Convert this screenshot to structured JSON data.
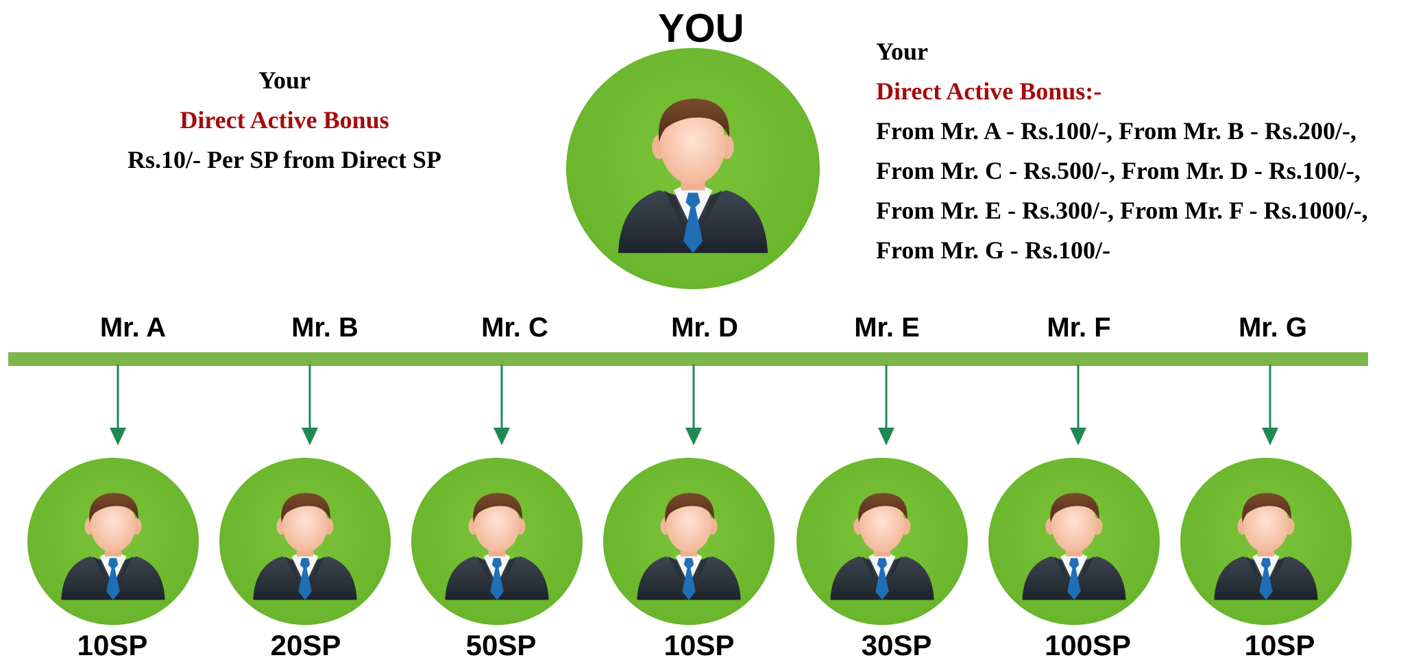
{
  "top": {
    "title": "YOU",
    "left_panel": {
      "line1": "Your",
      "line2": "Direct Active Bonus",
      "line3": "Rs.10/- Per SP from Direct SP"
    },
    "right_panel": {
      "line1": "Your",
      "line2": "Direct Active Bonus:-",
      "lines": [
        "From Mr. A  - Rs.100/-, From Mr. B  - Rs.200/-,",
        "From Mr. C  - Rs.500/-, From Mr. D  - Rs.100/-,",
        "From Mr. E  - Rs.300/-, From Mr. F  - Rs.1000/-,",
        "From Mr. G  - Rs.100/-"
      ]
    }
  },
  "members": [
    {
      "name": "Mr. A",
      "sp": "10SP"
    },
    {
      "name": "Mr. B",
      "sp": "20SP"
    },
    {
      "name": "Mr. C",
      "sp": "50SP"
    },
    {
      "name": "Mr. D",
      "sp": "10SP"
    },
    {
      "name": "Mr. E",
      "sp": "30SP"
    },
    {
      "name": "Mr. F",
      "sp": "100SP"
    },
    {
      "name": "Mr. G",
      "sp": "10SP"
    }
  ],
  "colors": {
    "circle_green": "#6ab62c",
    "bar_green": "#7ab648",
    "arrow_green": "#1e8a55",
    "accent_red": "#a50b0b"
  },
  "icons": {
    "avatar": "businessman-avatar-icon",
    "arrow": "arrow-down-icon"
  }
}
